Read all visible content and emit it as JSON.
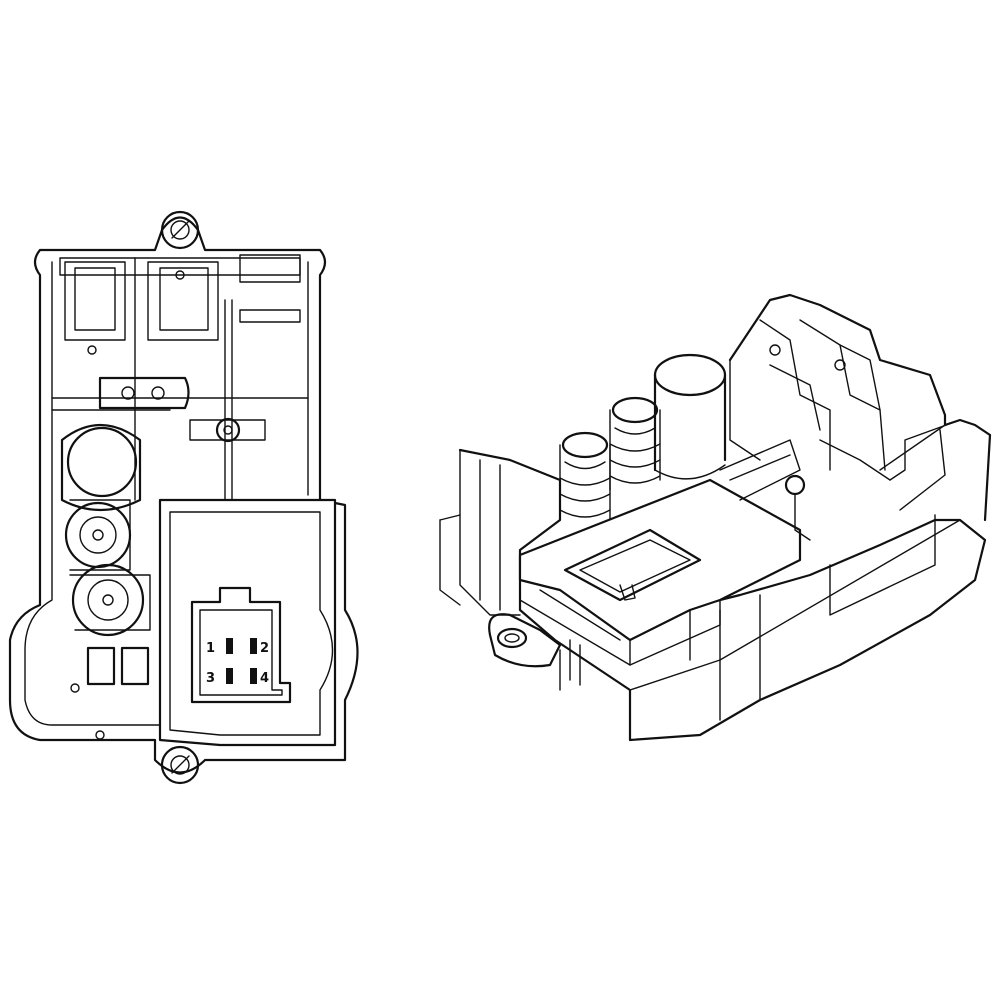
{
  "connector": {
    "pins": [
      {
        "label": "1"
      },
      {
        "label": "2"
      },
      {
        "label": "3"
      },
      {
        "label": "4"
      }
    ]
  },
  "colors": {
    "line": "#111111",
    "background": "#ffffff"
  }
}
